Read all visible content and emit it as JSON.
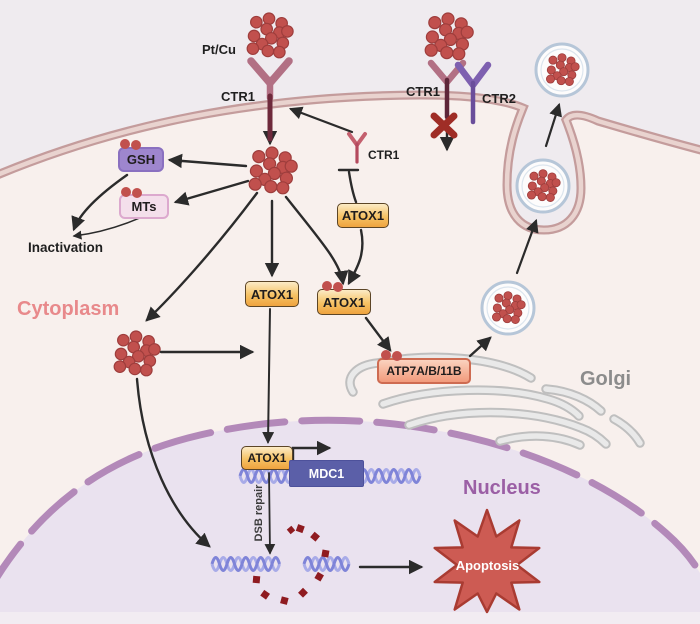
{
  "labels": {
    "pt_cu": "Pt/Cu",
    "ctr1": "CTR1",
    "ctr2": "CTR2",
    "gsh": "GSH",
    "mts": "MTs",
    "inactivation": "Inactivation",
    "cytoplasm": "Cytoplasm",
    "atox1": "ATOX1",
    "atp7": "ATP7A/B/11B",
    "golgi": "Golgi",
    "nucleus": "Nucleus",
    "mdc1": "MDC1",
    "dsb_repair": "DSB repair",
    "apoptosis": "Apoptosis"
  },
  "colors": {
    "platinum_dot": "#C1504D",
    "membrane": "#C49C9C",
    "cytoplasm_fill": "#F8F0ED",
    "extracellular_fill": "#EFEBEF",
    "nucleus_fill": "#EAE2EF",
    "nucleus_envelope": "#B389B9",
    "gsh_box": "#9E86CE",
    "mts_box": "#F4DFEB",
    "atox1_box": "#F6C264",
    "atp7_box": "#F6B79C",
    "mdc1_box": "#5B5FA8",
    "apoptosis_star": "#CD5B53",
    "apoptosis_star_border": "#A93B32",
    "vesicle_ring": "#B6C6D8",
    "dna_strand": "#7F84D8",
    "golgi_gray": "#C2C2C2",
    "cytoplasm_text": "#E8898B",
    "nucleus_text": "#9B5FA5",
    "golgi_text": "#8C8C8C"
  }
}
